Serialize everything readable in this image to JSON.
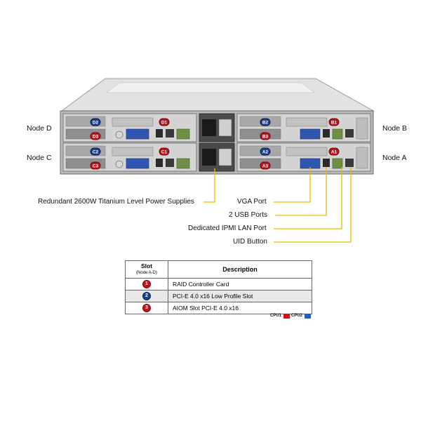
{
  "nodes": {
    "node_d": "Node D",
    "node_c": "Node C",
    "node_b": "Node B",
    "node_a": "Node A"
  },
  "slot_badges": {
    "d": [
      "D2",
      "D3",
      "D1"
    ],
    "c": [
      "C2",
      "C3",
      "C1"
    ],
    "b": [
      "B2",
      "B3",
      "B1"
    ],
    "a": [
      "A2",
      "A3",
      "A1"
    ]
  },
  "callouts": {
    "psu": "Redundant 2600W Titanium Level Power Supplies",
    "vga": "VGA Port",
    "usb": "2 USB Ports",
    "ipmi": "Dedicated IPMI LAN Port",
    "uid": "UID Button"
  },
  "table": {
    "header_slot": "Slot",
    "header_slot_sub": "(Node A-D)",
    "header_desc": "Description",
    "rows": [
      {
        "num": "1",
        "desc": "RAID Controller Card",
        "color": "#c0141c"
      },
      {
        "num": "2",
        "desc": "PCI-E 4.0 x16 Low Profile Slot",
        "color": "#1a3f8f"
      },
      {
        "num": "3",
        "desc": "AIOM Slot PCI-E 4.0 x16",
        "color": "#c0141c"
      }
    ]
  },
  "legend": {
    "cpu1": "CPU1",
    "cpu2": "CPU2",
    "cpu1_color": "#d0121b",
    "cpu2_color": "#1f5fc1"
  },
  "colors": {
    "callout_line": "#f2b705",
    "chassis": "#c8c8c8",
    "panel": "#9a9a9a"
  }
}
